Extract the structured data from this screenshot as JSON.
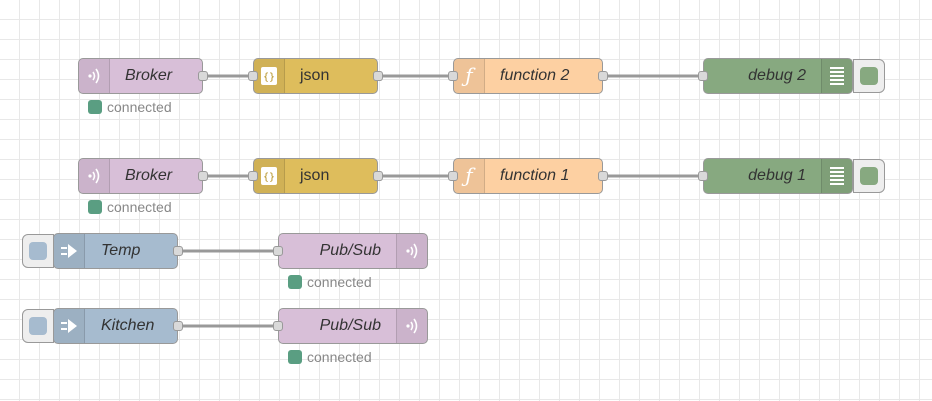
{
  "flow": {
    "row1": {
      "mqtt_in": {
        "label": "Broker",
        "status": "connected",
        "icon": "radio-waves-icon"
      },
      "json": {
        "label": "json",
        "icon": "braces-icon"
      },
      "function": {
        "label": "function 2",
        "icon": "function-icon"
      },
      "debug": {
        "label": "debug 2",
        "icon": "list-icon"
      }
    },
    "row2": {
      "mqtt_in": {
        "label": "Broker",
        "status": "connected",
        "icon": "radio-waves-icon"
      },
      "json": {
        "label": "json",
        "icon": "braces-icon"
      },
      "function": {
        "label": "function 1",
        "icon": "function-icon"
      },
      "debug": {
        "label": "debug 1",
        "icon": "list-icon"
      }
    },
    "row3": {
      "inject": {
        "label": "Temp",
        "icon": "arrow-right-icon"
      },
      "mqtt_out": {
        "label": "Pub/Sub",
        "status": "connected",
        "icon": "radio-waves-icon"
      }
    },
    "row4": {
      "inject": {
        "label": "Kitchen",
        "icon": "arrow-right-icon"
      },
      "mqtt_out": {
        "label": "Pub/Sub",
        "status": "connected",
        "icon": "radio-waves-icon"
      }
    }
  },
  "colors": {
    "mqtt": "#d8bfd8",
    "json": "#debd5c",
    "function": "#fdd0a2",
    "debug": "#87a980",
    "inject": "#a6bbcf",
    "status_connected": "#5a9e82",
    "wire": "#999999"
  }
}
